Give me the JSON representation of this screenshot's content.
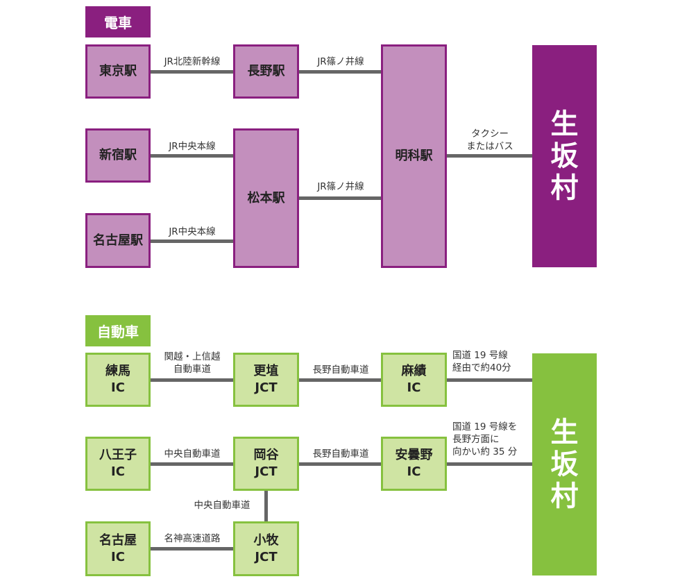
{
  "train": {
    "header": "電車",
    "nodes": {
      "tokyo": "東京駅",
      "nagano": "長野駅",
      "shinjuku": "新宿駅",
      "matsumoto": "松本駅",
      "nagoya": "名古屋駅",
      "akashina": "明科駅"
    },
    "lines": {
      "tokyo_nagano": "JR北陸新幹線",
      "nagano_akashina": "JR篠ノ井線",
      "shinjuku_matsumoto": "JR中央本線",
      "nagoya_matsumoto": "JR中央本線",
      "matsumoto_akashina": "JR篠ノ井線",
      "akashina_dest_1": "タクシー",
      "akashina_dest_2": "またはバス"
    },
    "destination": [
      "生",
      "坂",
      "村"
    ]
  },
  "car": {
    "header": "自動車",
    "nodes": {
      "nerima": [
        "練馬",
        "IC"
      ],
      "koshoku": [
        "更埴",
        "JCT"
      ],
      "omi": [
        "麻績",
        "IC"
      ],
      "hachioji": [
        "八王子",
        "IC"
      ],
      "okaya": [
        "岡谷",
        "JCT"
      ],
      "azumino": [
        "安曇野",
        "IC"
      ],
      "nagoya": [
        "名古屋",
        "IC"
      ],
      "komaki": [
        "小牧",
        "JCT"
      ]
    },
    "lines": {
      "nerima_koshoku_1": "関越・上信越",
      "nerima_koshoku_2": "自動車道",
      "koshoku_omi": "長野自動車道",
      "omi_dest_1": "国道 19 号線",
      "omi_dest_2": "経由で約40分",
      "hachioji_okaya": "中央自動車道",
      "okaya_azumino": "長野自動車道",
      "azumino_dest_1": "国道 19 号線を",
      "azumino_dest_2": "長野方面に",
      "azumino_dest_3": "向かい約 35 分",
      "okaya_komaki": "中央自動車道",
      "nagoya_komaki": "名神高速道路"
    },
    "destination": [
      "生",
      "坂",
      "村"
    ]
  },
  "colors": {
    "train_accent": "#8a1f7f",
    "train_node_fill": "#c38fbd",
    "car_accent": "#86c13f",
    "car_node_fill": "#cfe4a3",
    "connector": "#666666"
  }
}
